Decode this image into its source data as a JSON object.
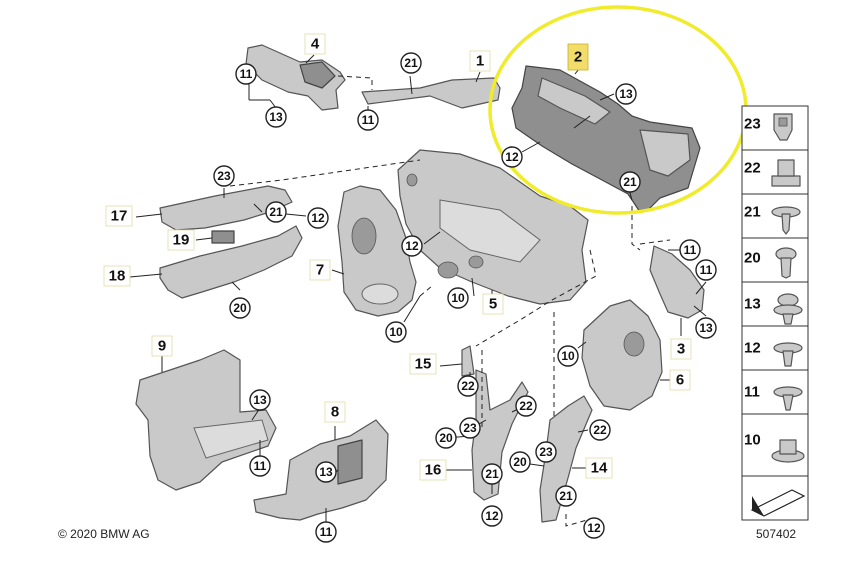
{
  "copyright": "© 2020 BMW AG",
  "diagram_number": "507402",
  "highlight_color": "#f0eb2b",
  "part_labels": [
    "1",
    "2",
    "3",
    "4",
    "5",
    "6",
    "7",
    "8",
    "9",
    "14",
    "15",
    "16",
    "17",
    "18",
    "19"
  ],
  "callouts": {
    "c21": "21",
    "c12": "12",
    "c13": "13",
    "c11": "11",
    "c10": "10",
    "c22": "22",
    "c23": "23",
    "c20": "20"
  },
  "legend": [
    "23",
    "22",
    "21",
    "20",
    "13",
    "12",
    "11",
    "10"
  ]
}
